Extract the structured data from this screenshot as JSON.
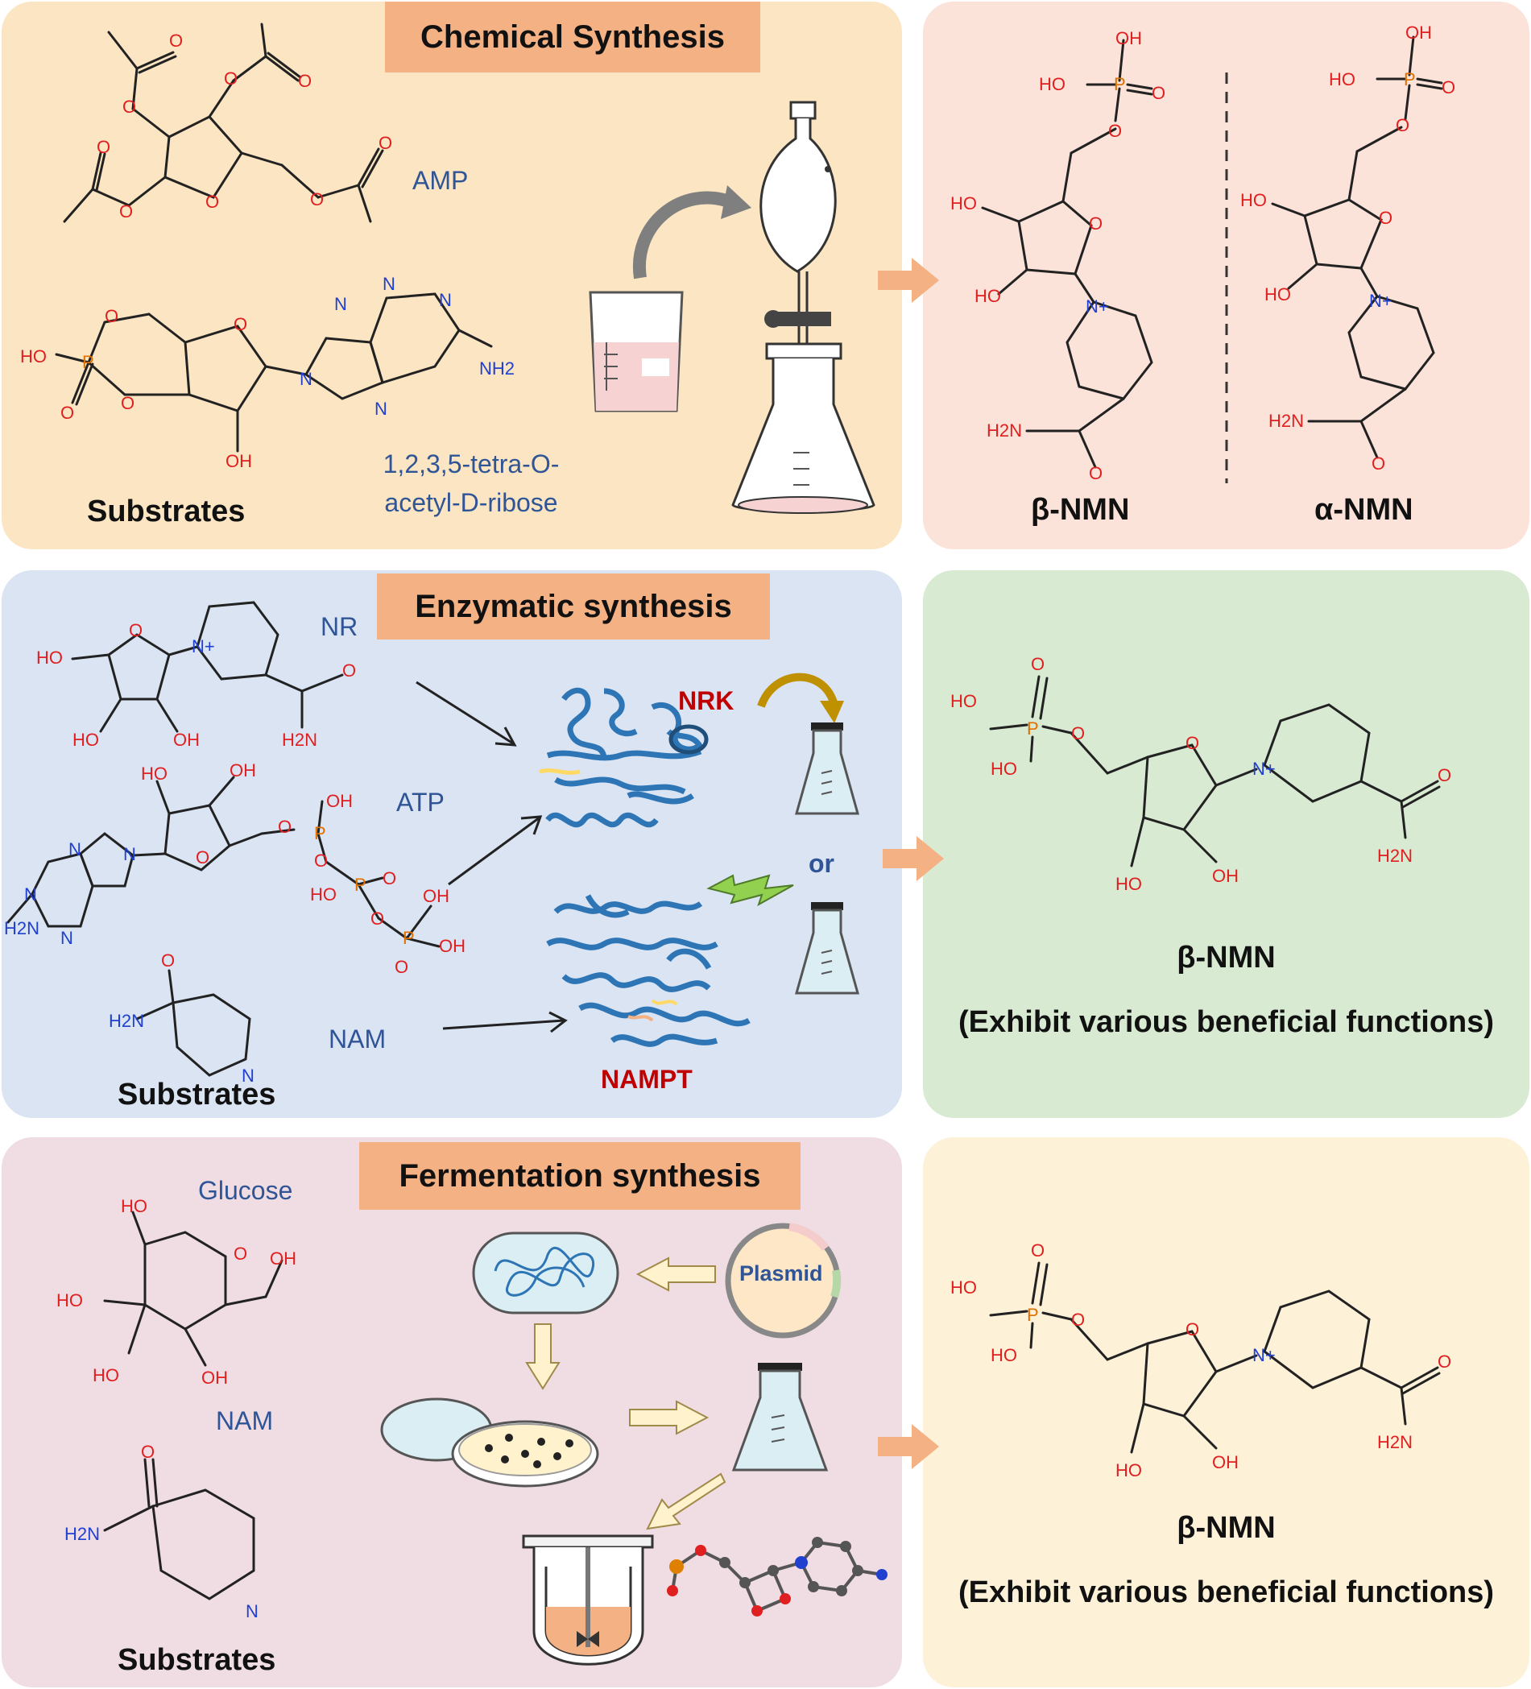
{
  "colors": {
    "chem_panel": "#fbe5c2",
    "chem_result": "#fce3d9",
    "enz_panel": "#dae4f3",
    "enz_result": "#d9ead3",
    "ferm_panel": "#f0dde3",
    "ferm_result": "#fdf1d8",
    "title_bg": "#f4b183",
    "arrow": "#f4b183",
    "label_blue": "#2f5597",
    "label_red": "#c00000"
  },
  "chemical": {
    "title": "Chemical Synthesis",
    "amp": "AMP",
    "tetra_line1": "1,2,3,5-tetra-O-",
    "tetra_line2": "acetyl-D-ribose",
    "substrates": "Substrates",
    "beta": "β-NMN",
    "alpha": "α-NMN"
  },
  "enzymatic": {
    "title": "Enzymatic synthesis",
    "nr": "NR",
    "atp": "ATP",
    "nam": "NAM",
    "nrk": "NRK",
    "nampt": "NAMPT",
    "or": "or",
    "substrates": "Substrates",
    "beta": "β-NMN",
    "functions": "(Exhibit various beneficial functions)"
  },
  "fermentation": {
    "title": "Fermentation synthesis",
    "glucose": "Glucose",
    "nam": "NAM",
    "plasmid": "Plasmid",
    "substrates": "Substrates",
    "beta": "β-NMN",
    "functions": "(Exhibit various beneficial functions)"
  },
  "atoms": {
    "O": "O",
    "OH": "OH",
    "HO": "HO",
    "P": "P",
    "N": "N",
    "Nplus": "N+",
    "NH2": "NH2",
    "H2N": "H2N"
  }
}
